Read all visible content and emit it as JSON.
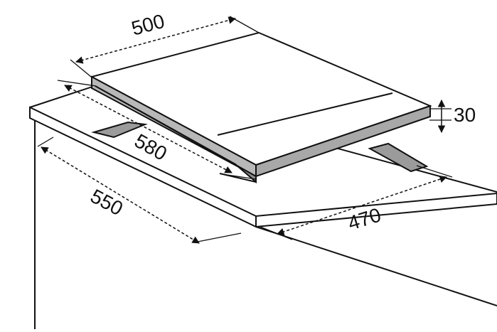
{
  "diagram": {
    "dimensions": {
      "hob_width": "500",
      "hob_depth": "580",
      "hob_height": "30",
      "cutout_depth": "550",
      "cutout_width": "470"
    },
    "colors": {
      "line": "#111111",
      "surface": "#ffffff",
      "frame_gray": "#b8b8b8",
      "dark_gray": "#8d8d8d"
    },
    "icons": {
      "arrow": "filled-triangle-arrow"
    }
  }
}
